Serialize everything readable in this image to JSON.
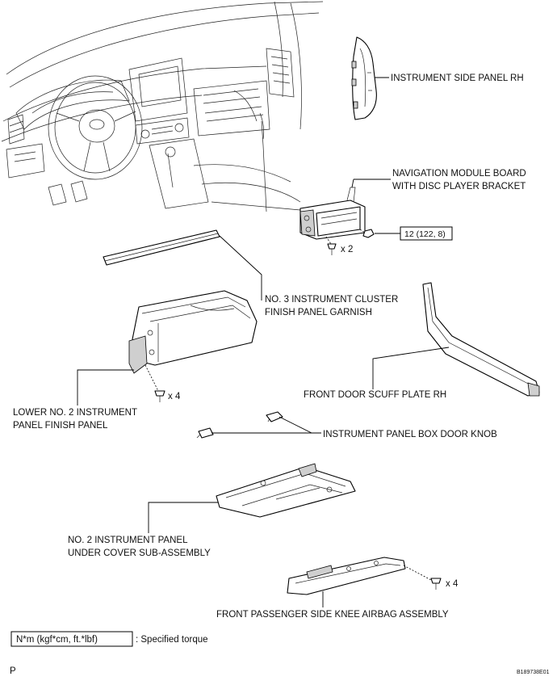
{
  "labels": {
    "side_panel": "INSTRUMENT SIDE PANEL RH",
    "nav_line1": "NAVIGATION MODULE BOARD",
    "nav_line2": "WITH DISC PLAYER BRACKET",
    "torque_value": "12 (122, 8)",
    "nav_qty": "x 2",
    "garnish_line1": "NO. 3 INSTRUMENT CLUSTER",
    "garnish_line2": "FINISH PANEL GARNISH",
    "scuff": "FRONT DOOR SCUFF PLATE RH",
    "finish_line1": "LOWER NO. 2 INSTRUMENT",
    "finish_line2": "PANEL FINISH PANEL",
    "finish_qty": "x 4",
    "knob": "INSTRUMENT PANEL BOX DOOR KNOB",
    "under_line1": "NO. 2 INSTRUMENT PANEL",
    "under_line2": "UNDER COVER SUB-ASSEMBLY",
    "airbag_qty": "x 4",
    "airbag": "FRONT PASSENGER SIDE KNEE AIRBAG ASSEMBLY"
  },
  "legend": {
    "unit": "N*m (kgf*cm, ft.*lbf)",
    "text": ": Specified torque"
  },
  "footer": {
    "page_mark": "P",
    "figure_code": "B189738E01"
  }
}
